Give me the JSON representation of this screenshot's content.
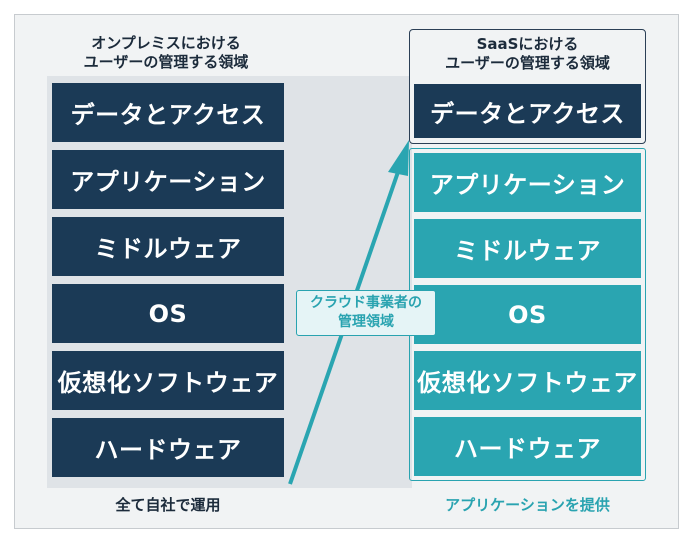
{
  "left_column": {
    "header": "オンプレミスにおける\nユーザーの管理する領域",
    "layers": [
      "データとアクセス",
      "アプリケーション",
      "ミドルウェア",
      "OS",
      "仮想化ソフトウェア",
      "ハードウェア"
    ],
    "footer": "全て自社で運用"
  },
  "right_column": {
    "header": "SaaSにおける\nユーザーの管理する領域",
    "layers": [
      "データとアクセス",
      "アプリケーション",
      "ミドルウェア",
      "OS",
      "仮想化ソフトウェア",
      "ハードウェア"
    ],
    "footer": "アプリケーションを提供"
  },
  "arrow_label": "クラウド事業者の\n管理領域",
  "colors": {
    "dark_navy": "#1b3a56",
    "teal": "#2aa5b1",
    "background": "#f1f3f4"
  }
}
